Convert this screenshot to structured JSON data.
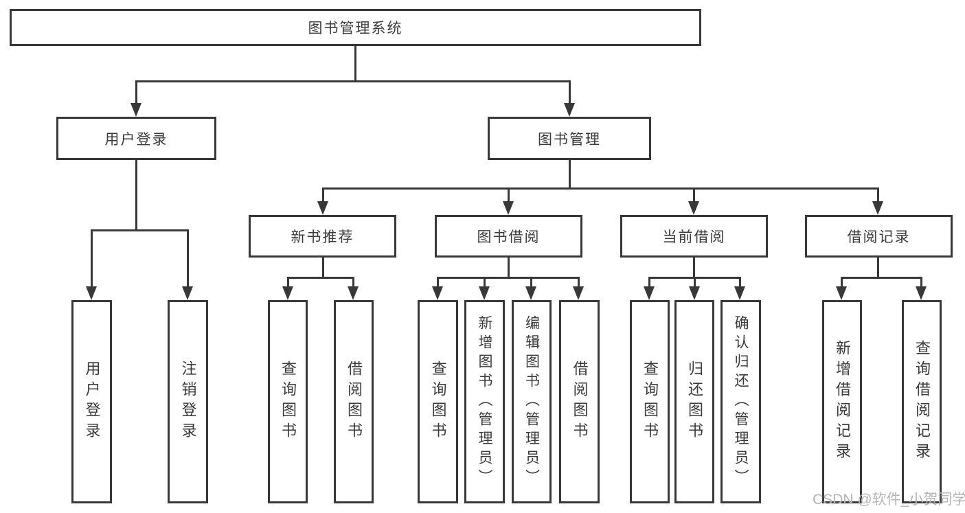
{
  "tree": {
    "root": {
      "label": "图书管理系统"
    },
    "branches": [
      {
        "label": "用户登录",
        "children": [
          {
            "label": "用户登录"
          },
          {
            "label": "注销登录"
          }
        ]
      },
      {
        "label": "图书管理",
        "children": [
          {
            "label": "新书推荐",
            "children": [
              {
                "label": "查询图书"
              },
              {
                "label": "借阅图书"
              }
            ]
          },
          {
            "label": "图书借阅",
            "children": [
              {
                "label": "查询图书"
              },
              {
                "label": "新增图书（管理员）"
              },
              {
                "label": "编辑图书（管理员）"
              },
              {
                "label": "借阅图书"
              }
            ]
          },
          {
            "label": "当前借阅",
            "children": [
              {
                "label": "查询图书"
              },
              {
                "label": "归还图书"
              },
              {
                "label": "确认归还（管理员）"
              }
            ]
          },
          {
            "label": "借阅记录",
            "children": [
              {
                "label": "新增借阅记录"
              },
              {
                "label": "查询借阅记录"
              }
            ]
          }
        ]
      }
    ]
  },
  "watermark": "CSDN @软件_小贺同学",
  "colors": {
    "line": "#383838",
    "text": "#3a3a3a",
    "box_background": "#ffffff",
    "watermark": "#b4b4b4"
  }
}
